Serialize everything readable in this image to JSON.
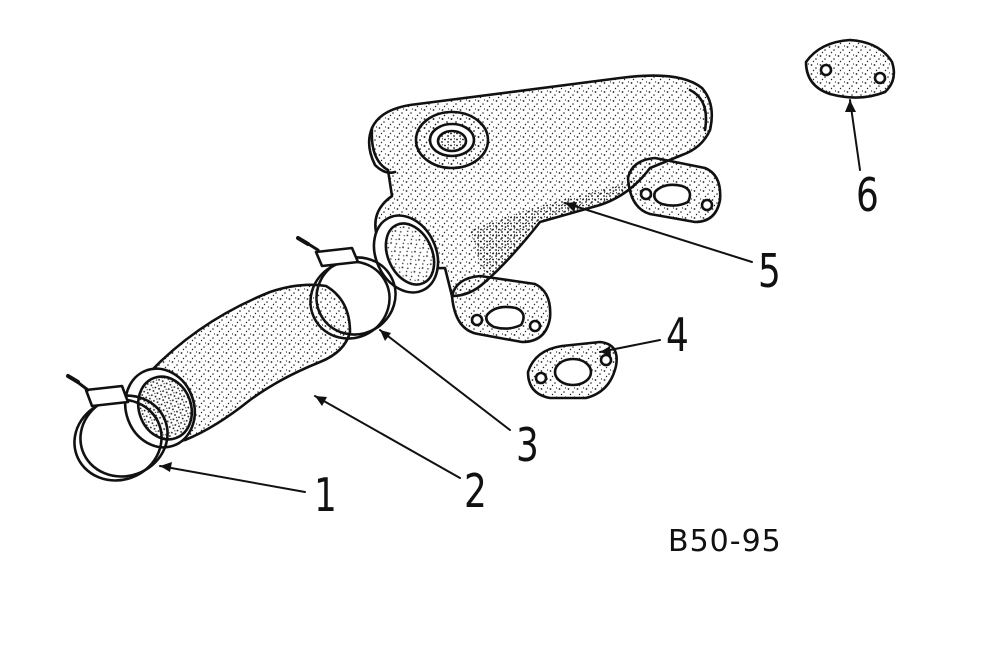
{
  "callouts": {
    "part1": "1",
    "part2": "2",
    "part3": "3",
    "part4": "4",
    "part5": "5",
    "part6": "6"
  },
  "reference_code": "B50-95",
  "colors": {
    "ink": "#111111",
    "paper": "#ffffff"
  }
}
